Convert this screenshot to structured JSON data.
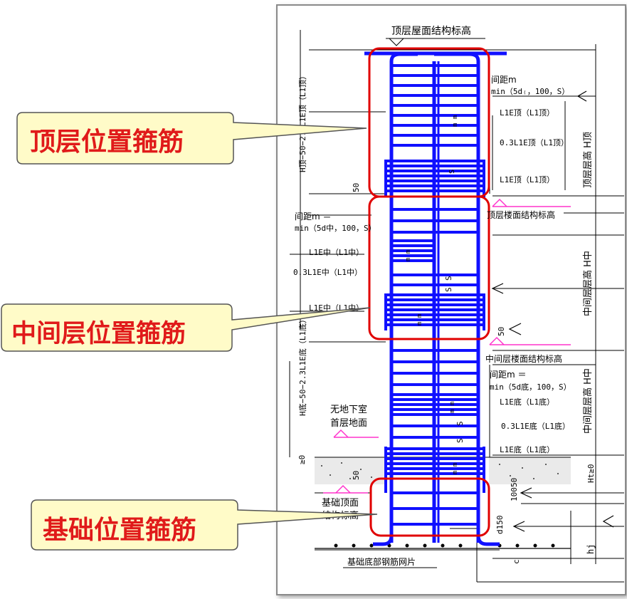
{
  "callouts": {
    "top": "顶层位置箍筋",
    "middle": "中间层位置箍筋",
    "foundation": "基础位置箍筋"
  },
  "labels": {
    "roof_elevation": "顶层屋面结构标高",
    "top_floor_elevation": "顶层楼面结构标高",
    "mid_floor_elevation": "中间层楼面结构标高",
    "spacing_top_1": "间距m",
    "spacing_top_2": "min（5d₍，100，S）",
    "spacing_mid_1": "间距m ＝",
    "spacing_mid_2": "min（5d中，100，S）",
    "spacing_low_1": "间距m ＝",
    "spacing_low_2": "min（5d底，100，S）",
    "l_top_1": "L1E顶（L1顶）",
    "l_top_2": "0.3L1E顶（L1顶）",
    "l_top_3": "L1E顶（L1顶）",
    "l_mid_1": "L1E中（L1中）",
    "l_mid_2": "0.3L1E中（L1中）",
    "l_mid_3": "L1E中（L1中）",
    "l_low_1": "L1E底（L1底）",
    "l_low_2": "0.3L1E底（L1底）",
    "l_low_3": "L1E底（L1底）",
    "top_story_height": "顶层层高 H顶",
    "mid_story_height_1": "中间层层高 H中",
    "mid_story_height_2": "中间层层高 H中",
    "left_dim_top": "H顶−50−2.3L1E顶（L1顶）",
    "left_dim_low": "H底−50−2.3L1E底（L1底）",
    "no_basement_1": "无地下室",
    "no_basement_2": "首层地面",
    "foundation_top_1": "基础顶面",
    "foundation_top_2": "结构标高",
    "foundation_mesh": "基础底部钢筋网片",
    "ge0": "≥0",
    "hj": "hj",
    "ht": "Ht≥0",
    "c": "c",
    "d150": "d150",
    "n50a": "50",
    "n50b": "50",
    "n50c": "50",
    "n50d": "50",
    "n100": "100",
    "s1": "S",
    "s2": "S",
    "s3": "S",
    "s4": "S",
    "s5": "S",
    "mm1": "m m",
    "mm2": "m m",
    "mm3": "m m",
    "mm4": "m m",
    "mm5": "m m"
  },
  "colors": {
    "rebar": "#1010ff",
    "highlight": "#e00000",
    "callout_fill": "#fffbc8",
    "callout_text": "#e01a1a",
    "marker": "#ff33cc"
  }
}
